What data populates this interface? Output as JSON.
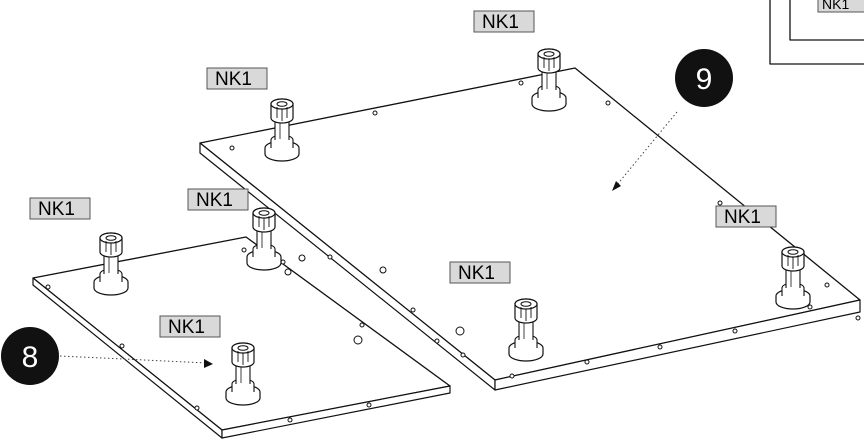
{
  "labels": {
    "foot_tag": "NK1",
    "inset_tag": "NK1"
  },
  "callouts": {
    "panel_left": "8",
    "panel_right": "9"
  },
  "colors": {
    "tag_fill": "#d9d9d9",
    "callout_fill": "#111111",
    "line": "#111111"
  }
}
